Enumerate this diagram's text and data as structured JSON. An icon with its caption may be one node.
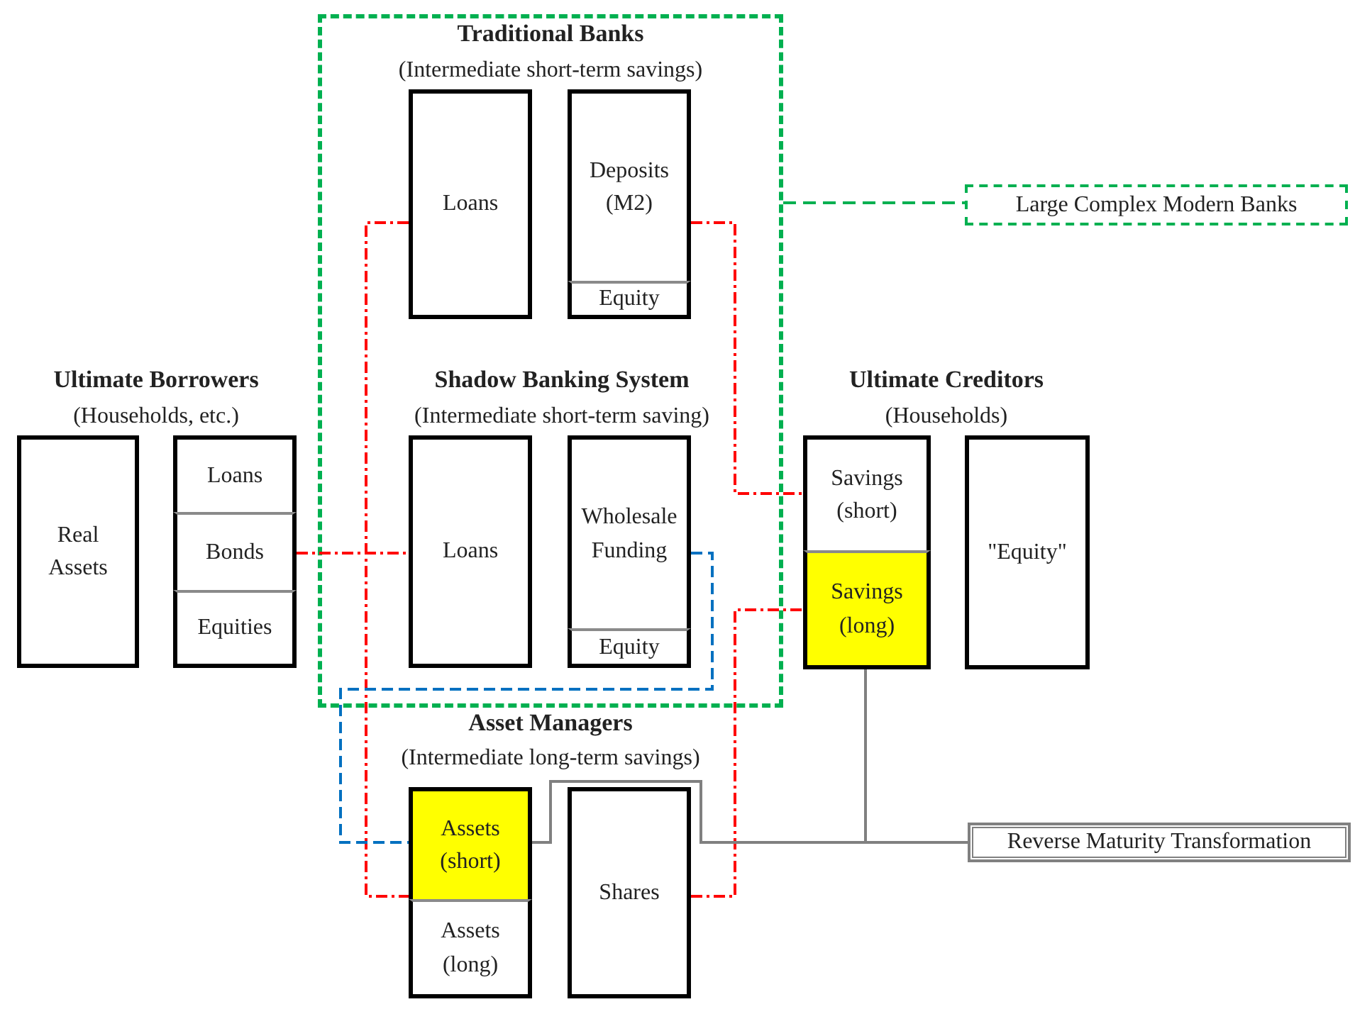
{
  "diagram": {
    "nodes": [
      {
        "text": [],
        "shape": "box"
      },
      {
        "text": [
          "Loans"
        ],
        "in": 0
      },
      {
        "text": [
          "Deposits (M2)"
        ],
        "in": 0
      },
      {
        "text": [
          "Equity"
        ],
        "in": 0
      },
      {
        "text": [
          "Loans"
        ],
        "in": 0
      },
      {
        "text": [
          "Wholesale Funding"
        ],
        "in": 0
      },
      {
        "text": [
          "Equity"
        ],
        "in": 0
      },
      {
        "text": [
          "Large Complex Modern Banks"
        ]
      },
      {
        "text": [
          "Real Assets"
        ]
      },
      {
        "text": [
          "Loans"
        ]
      },
      {
        "text": [
          "Bonds"
        ]
      },
      {
        "text": [
          "Equities"
        ]
      },
      {
        "text": [
          "Savings (short)"
        ]
      },
      {
        "text": [
          "Savings (long)"
        ]
      },
      {
        "text": [
          "\"Equity\""
        ]
      },
      {
        "text": [
          "Assets (short)"
        ]
      },
      {
        "text": [
          "Assets (long)"
        ]
      },
      {
        "text": [
          "Shares"
        ]
      },
      {
        "text": [
          "Reverse Maturity Transformation"
        ]
      }
    ],
    "edges": [
      {
        "from": 1,
        "to": 15,
        "arrow": "none",
        "style": "dashed"
      },
      {
        "from": 2,
        "to": 12,
        "arrow": "none",
        "style": "dashed"
      },
      {
        "from": 10,
        "to": 4,
        "arrow": "none",
        "style": "dashed"
      },
      {
        "from": 17,
        "to": 13,
        "arrow": "none",
        "style": "dashed"
      },
      {
        "from": 5,
        "to": 15,
        "arrow": "none",
        "style": "dashed",
        "color": "#0070c0"
      },
      {
        "from": 0,
        "to": 7,
        "arrow": "none",
        "style": "dashed",
        "color": "#00b050"
      },
      {
        "from": 13,
        "to": 18,
        "arrow": "none",
        "color": "#808080"
      },
      {
        "from": 15,
        "to": 18,
        "arrow": "none",
        "color": "#808080"
      }
    ],
    "labels": [
      "Traditional Banks",
      "(Intermediate short-term savings)",
      "Ultimate Borrowers",
      "(Households, etc.)",
      "Shadow Banking System",
      "(Intermediate short-term saving)",
      "Ultimate Creditors",
      "(Households)",
      "Asset Managers",
      "(Intermediate long-term savings)"
    ]
  }
}
